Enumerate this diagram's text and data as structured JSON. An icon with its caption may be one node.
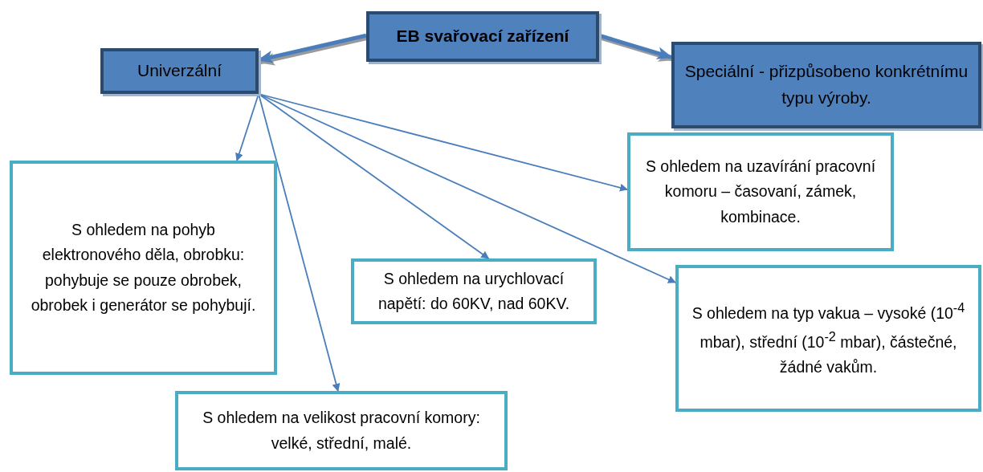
{
  "diagram": {
    "nodes": [
      {
        "text": [
          "EB svařovací zařízení"
        ]
      },
      {
        "text": [
          "Univerzální"
        ]
      },
      {
        "text": [
          "Speciální - přizpůsobeno konkrétnímu typu výroby."
        ]
      },
      {
        "text": [
          "S ohledem na uzavírání pracovní komoru – časovaní, zámek, kombinace."
        ]
      },
      {
        "text": [
          "S ohledem na pohyb elektronového děla, obrobku: pohybuje se pouze obrobek, obrobek i generátor se pohybují."
        ]
      },
      {
        "text": [
          "S ohledem na typ vakua – vysoké (10$^{-4}$ mbar), střední (10$^{-2}$ mbar), částečné, žádné vakům."
        ]
      },
      {
        "text": [
          "S ohledem na urychlovací napětí: do 60KV, nad 60KV."
        ]
      },
      {
        "text": [
          "S ohledem na velikost pracovní komory: velké, střední, malé."
        ]
      }
    ],
    "edges": [
      {
        "from": 0,
        "to": 1,
        "arrow": "to",
        "style": "thick"
      },
      {
        "from": 0,
        "to": 2,
        "arrow": "to",
        "style": "thick"
      },
      {
        "from": 1,
        "to": 3,
        "arrow": "to"
      },
      {
        "from": 1,
        "to": 4,
        "arrow": "to"
      },
      {
        "from": 1,
        "to": 5,
        "arrow": "to"
      },
      {
        "from": 1,
        "to": 6,
        "arrow": "to"
      },
      {
        "from": 1,
        "to": 7,
        "arrow": "to"
      }
    ]
  }
}
